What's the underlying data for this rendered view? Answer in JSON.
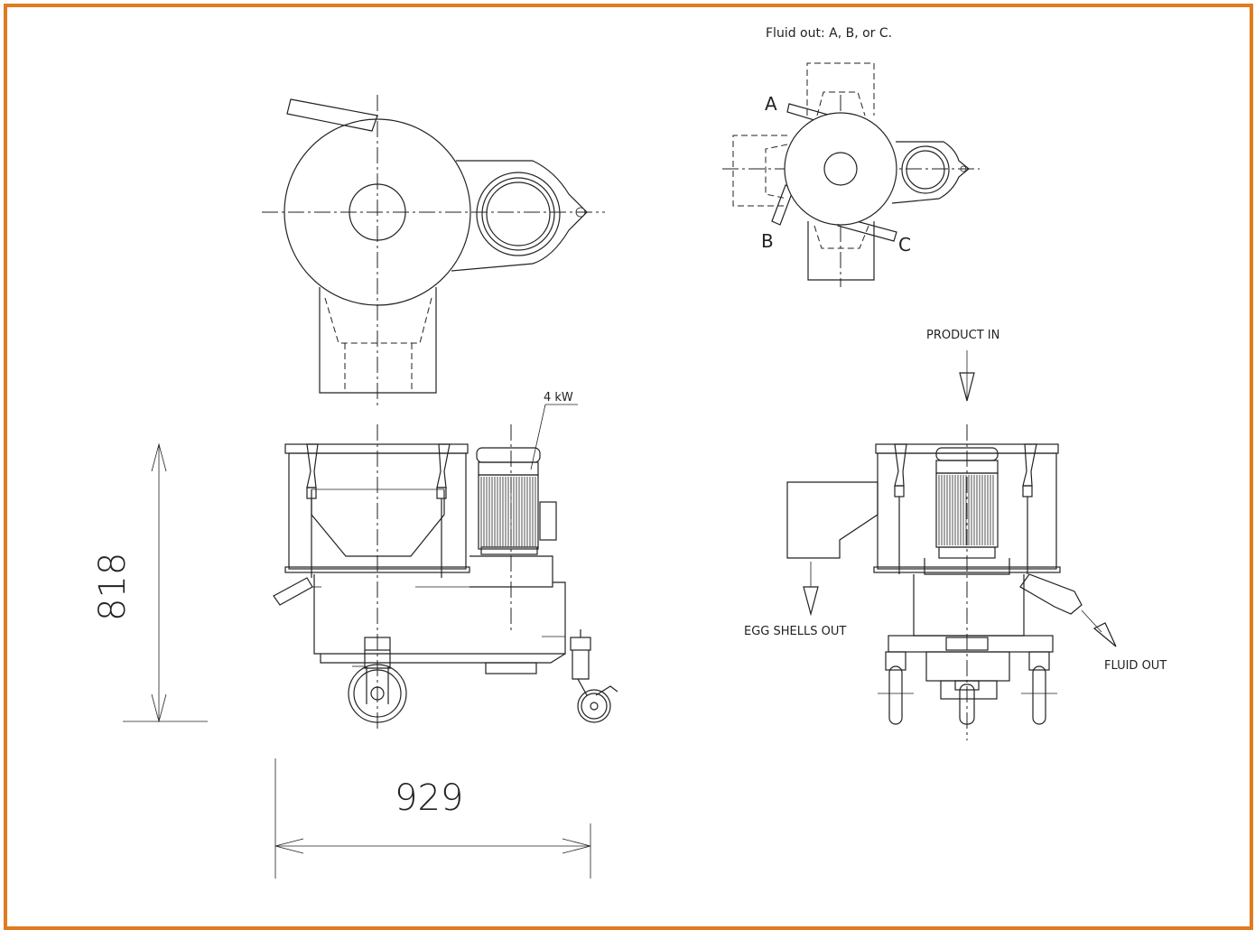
{
  "note": "Fluid out: A, B, or C.",
  "outlets": {
    "a": "A",
    "b": "B",
    "c": "C"
  },
  "power": "4 kW",
  "flow": {
    "product_in": "PRODUCT IN",
    "egg_shells_out": "EGG SHELLS OUT",
    "fluid_out": "FLUID OUT"
  },
  "dimensions": {
    "height": "818",
    "width": "929"
  },
  "colors": {
    "frame": "#e07b1f",
    "line": "#222222"
  }
}
